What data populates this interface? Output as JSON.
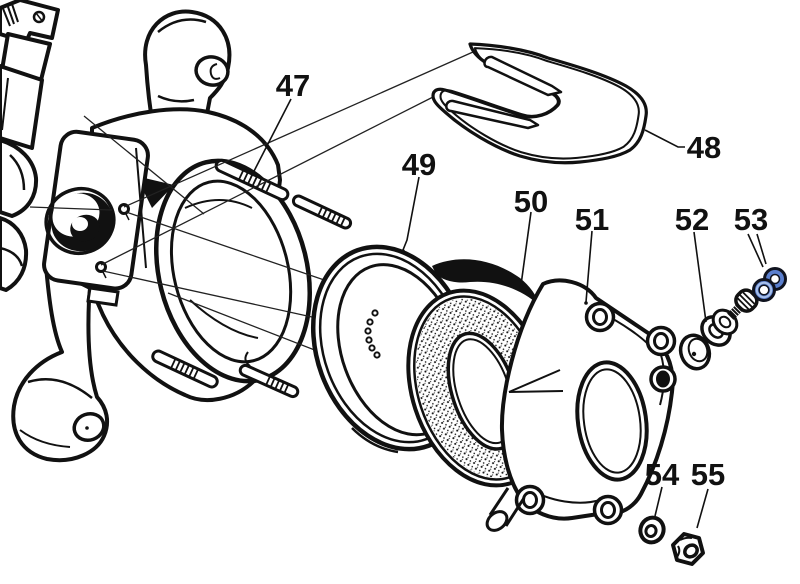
{
  "figure": {
    "type": "exploded-parts-line-drawing",
    "background_color": "#ffffff",
    "ink_color": "#111111",
    "highlight_color": "#5b7fce",
    "highlight_light": "#a8c0ea",
    "callouts": [
      {
        "label": "47"
      },
      {
        "label": "48"
      },
      {
        "label": "49"
      },
      {
        "label": "50"
      },
      {
        "label": "51"
      },
      {
        "label": "52"
      },
      {
        "label": "53"
      },
      {
        "label": "54"
      },
      {
        "label": "55"
      }
    ]
  }
}
